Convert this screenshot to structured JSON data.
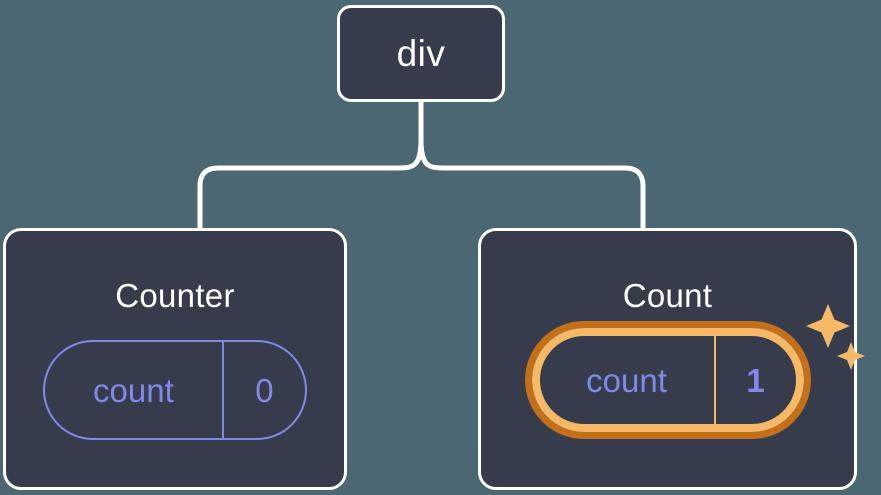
{
  "diagram": {
    "type": "component-tree",
    "background_color": "#4b6771",
    "node_fill_color": "#363c4c",
    "node_border_color": "#ffffff",
    "connector_color": "#ffffff",
    "accent_color": "#8189e8",
    "highlight_inner_color": "#f5b967",
    "highlight_outer_color": "#c2701a"
  },
  "root": {
    "label": "div"
  },
  "children": [
    {
      "title": "Counter",
      "state": {
        "key": "count",
        "value": "0"
      },
      "highlighted": false
    },
    {
      "title": "Count",
      "state": {
        "key": "count",
        "value": "1"
      },
      "highlighted": true,
      "decoration": "sparkles-icon"
    }
  ]
}
